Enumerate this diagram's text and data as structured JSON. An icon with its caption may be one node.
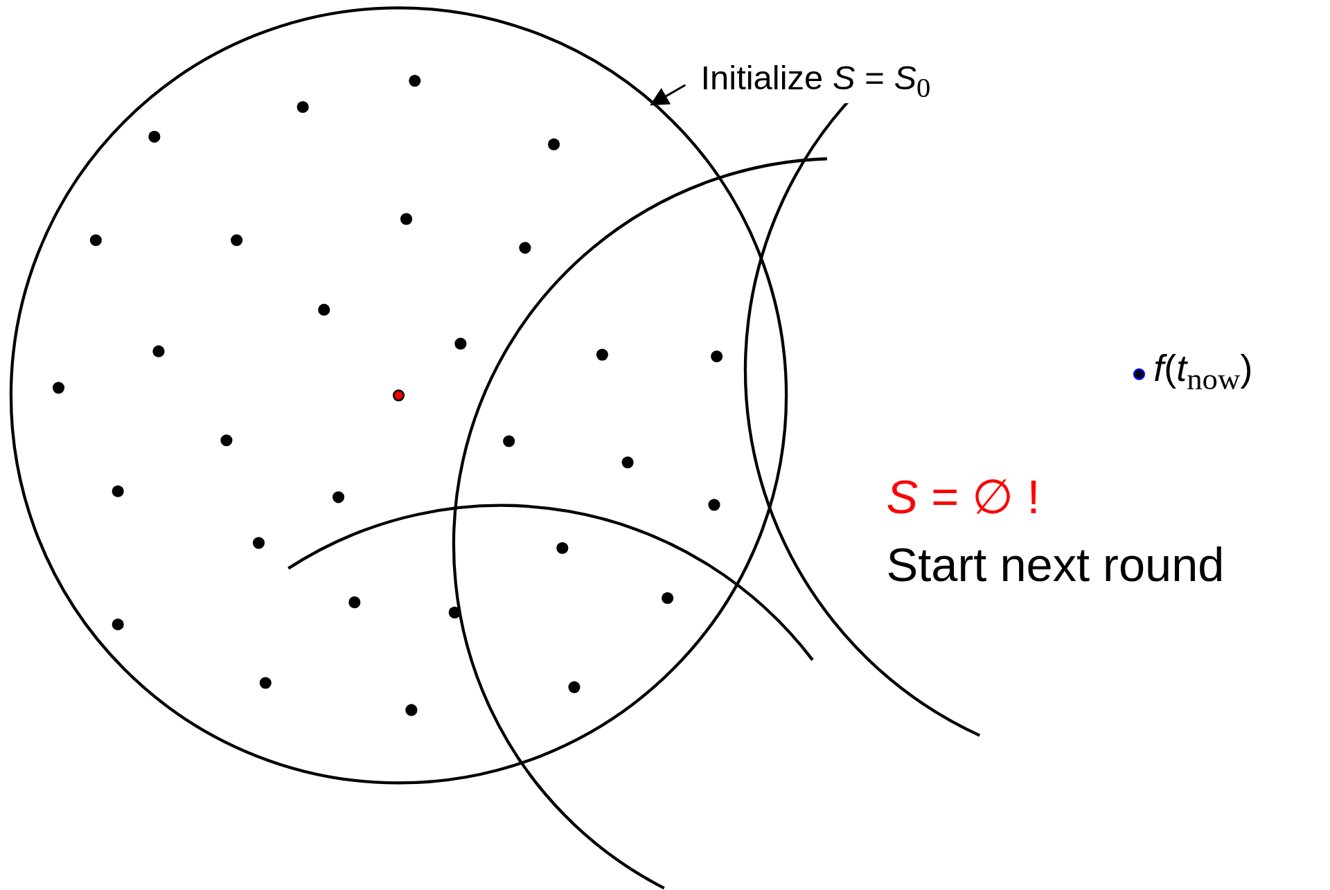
{
  "diagram": {
    "nodes": [
      {
        "text": [
          "Initialize *S* = *S*$_{0}$"
        ]
      },
      {
        "text": [],
        "shape": "circle"
      }
    ],
    "edges": [
      {
        "from": 0,
        "to": 1,
        "arrow": "to"
      }
    ],
    "labels": [
      "*f*(*t*$_{now}$)",
      "*S* = ∅ !",
      "Start next round"
    ]
  }
}
